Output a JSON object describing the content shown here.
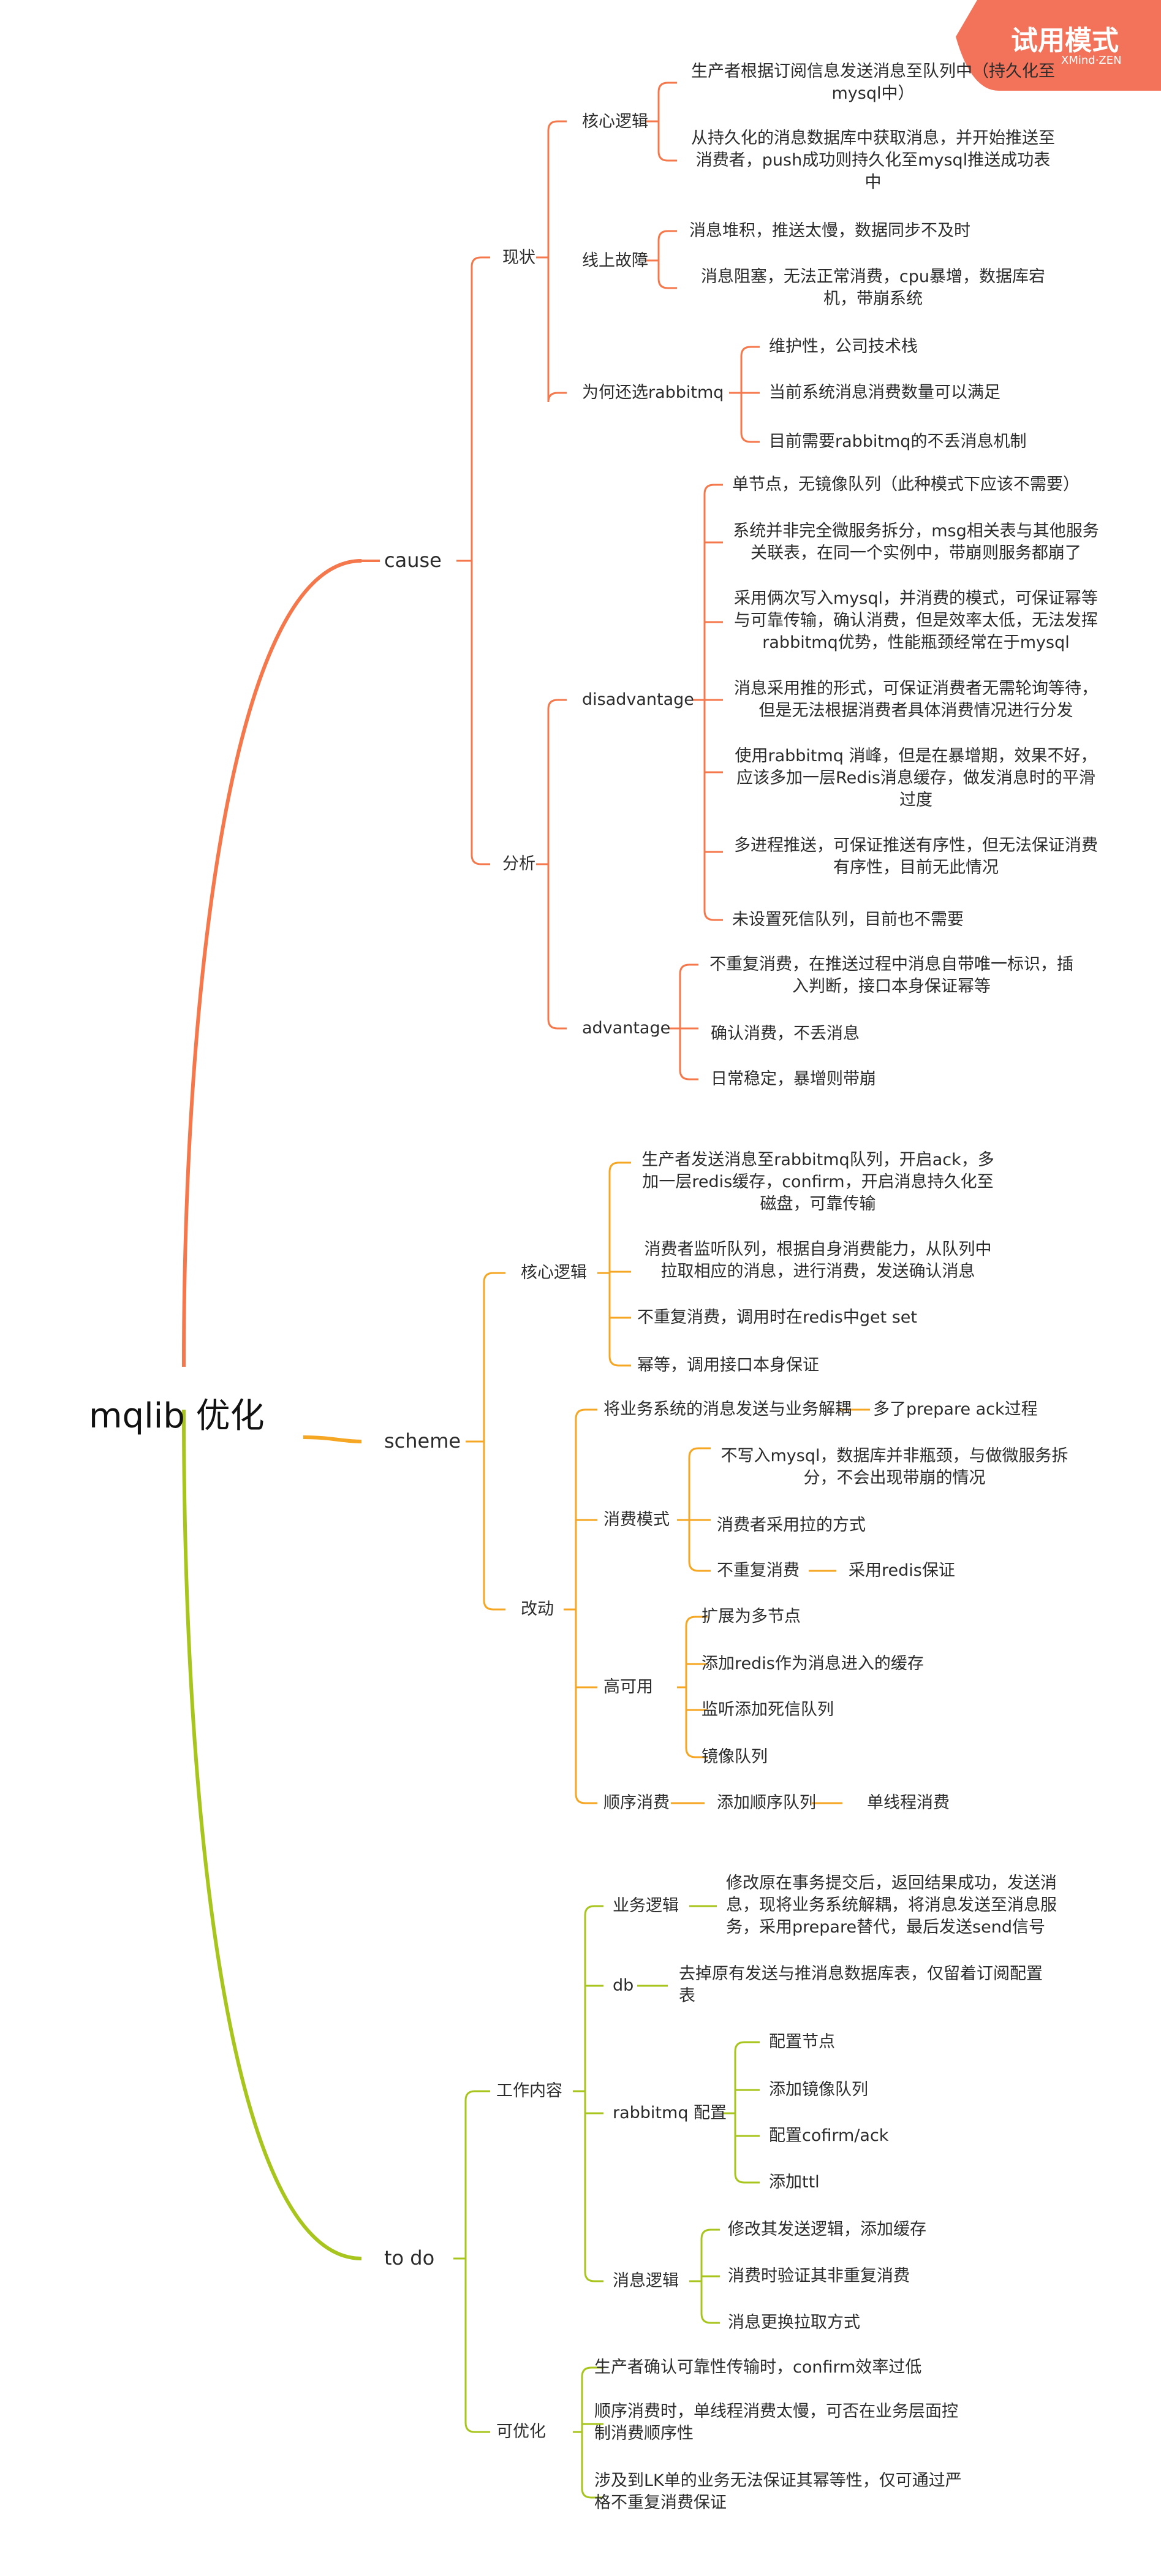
{
  "trial_badge": {
    "title": "试用模式",
    "subtitle": "XMind·ZEN"
  },
  "colors": {
    "cause": "#F4784B",
    "scheme": "#F5A623",
    "todo": "#A8C51D",
    "badge": "#F3735A"
  },
  "root": "mqlib 优化",
  "cause": {
    "label": "cause",
    "status": {
      "label": "现状",
      "core": {
        "label": "核心逻辑",
        "items": [
          "生产者根据订阅信息发送消息至队列中（持久化至mysql中）",
          "从持久化的消息数据库中获取消息，并开始推送至消费者，push成功则持久化至mysql推送成功表中"
        ]
      },
      "fault": {
        "label": "线上故障",
        "items": [
          "消息堆积，推送太慢，数据同步不及时",
          "消息阻塞，无法正常消费，cpu暴增，数据库宕机，带崩系统"
        ]
      },
      "why": {
        "label": "为何还选rabbitmq",
        "items": [
          "维护性，公司技术栈",
          "当前系统消息消费数量可以满足",
          "目前需要rabbitmq的不丢消息机制"
        ]
      }
    },
    "analysis": {
      "label": "分析",
      "dis": {
        "label": "disadvantage",
        "items": [
          "单节点，无镜像队列（此种模式下应该不需要）",
          "系统并非完全微服务拆分，msg相关表与其他服务关联表，在同一个实例中，带崩则服务都崩了",
          "采用俩次写入mysql，并消费的模式，可保证幂等与可靠传输，确认消费，但是效率太低，无法发挥rabbitmq优势，性能瓶颈经常在于mysql",
          "消息采用推的形式，可保证消费者无需轮询等待，但是无法根据消费者具体消费情况进行分发",
          "使用rabbitmq 消峰，但是在暴增期，效果不好，应该多加一层Redis消息缓存，做发消息时的平滑过度",
          "多进程推送，可保证推送有序性，但无法保证消费有序性，目前无此情况",
          "未设置死信队列，目前也不需要"
        ]
      },
      "adv": {
        "label": "advantage",
        "items": [
          "不重复消费，在推送过程中消息自带唯一标识，插入判断，接口本身保证幂等",
          "确认消费，不丢消息",
          "日常稳定，暴增则带崩"
        ]
      }
    }
  },
  "scheme": {
    "label": "scheme",
    "core": {
      "label": "核心逻辑",
      "items": [
        "生产者发送消息至rabbitmq队列，开启ack，多加一层redis缓存，confirm，开启消息持久化至磁盘，可靠传输",
        "消费者监听队列，根据自身消费能力，从队列中拉取相应的消息，进行消费，发送确认消息",
        "不重复消费，调用时在redis中get set",
        "幂等，调用接口本身保证"
      ]
    },
    "change": {
      "label": "改动",
      "decouple": "将业务系统的消息发送与业务解耦",
      "decouple_note": "多了prepare ack过程",
      "consume": {
        "label": "消费模式",
        "items": [
          "不写入mysql，数据库并非瓶颈，与做微服务拆分，不会出现带崩的情况",
          "消费者采用拉的方式",
          "不重复消费"
        ],
        "redis_note": "采用redis保证"
      },
      "ha": {
        "label": "高可用",
        "items": [
          "扩展为多节点",
          "添加redis作为消息进入的缓存",
          "监听添加死信队列",
          "镜像队列"
        ]
      },
      "order": {
        "label": "顺序消费",
        "step1": "添加顺序队列",
        "step2": "单线程消费"
      }
    }
  },
  "todo": {
    "label": "to do",
    "work": {
      "label": "工作内容",
      "biz": {
        "label": "业务逻辑",
        "text": "修改原在事务提交后，返回结果成功，发送消息，现将业务系统解耦，将消息发送至消息服务，采用prepare替代，最后发送send信号"
      },
      "db": {
        "label": "db",
        "text": "去掉原有发送与推消息数据库表，仅留着订阅配置表"
      },
      "rmq": {
        "label": "rabbitmq 配置",
        "items": [
          "配置节点",
          "添加镜像队列",
          "配置cofirm/ack",
          "添加ttl"
        ]
      },
      "msg": {
        "label": "消息逻辑",
        "items": [
          "修改其发送逻辑，添加缓存",
          "消费时验证其非重复消费",
          "消息更换拉取方式"
        ]
      }
    },
    "opt": {
      "label": "可优化",
      "items": [
        "生产者确认可靠性传输时，confirm效率过低",
        "顺序消费时，单线程消费太慢，可否在业务层面控制消费顺序性",
        "涉及到LK单的业务无法保证其幂等性，仅可通过严格不重复消费保证"
      ]
    }
  }
}
